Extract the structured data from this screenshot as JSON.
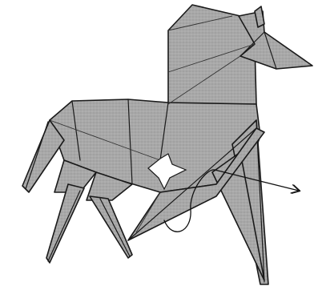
{
  "figure": {
    "subject": "origami-horse",
    "colors": {
      "paper": "#a8a8a8",
      "paper_dark": "#8a8a8a",
      "outline": "#1a1a1a",
      "background": "#ffffff"
    },
    "annotations": [
      {
        "type": "arrow",
        "icon": "curved-arrow-icon",
        "meaning": "fold-direction"
      }
    ]
  }
}
